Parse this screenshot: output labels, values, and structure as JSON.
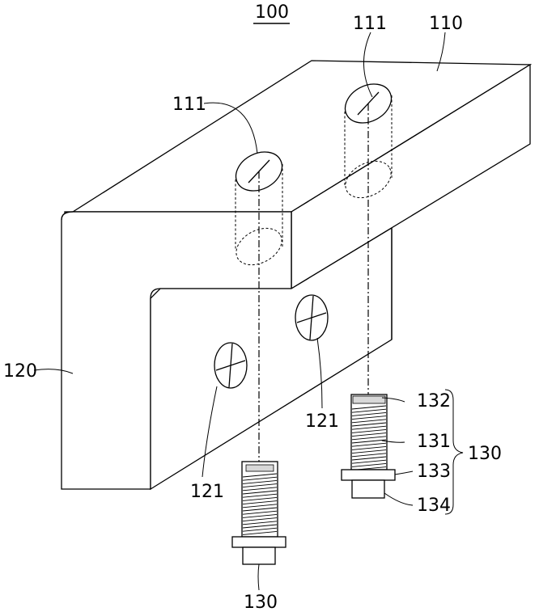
{
  "figure": {
    "title_ref": "100",
    "labels": {
      "body_110": "110",
      "hole_111_left": "111",
      "hole_111_right": "111",
      "plate_120": "120",
      "hole_121_left": "121",
      "hole_121_right": "121",
      "screw_130_bottom": "130",
      "screw_130_group": "130",
      "part_131": "131",
      "part_132": "132",
      "part_133": "133",
      "part_134": "134"
    }
  }
}
